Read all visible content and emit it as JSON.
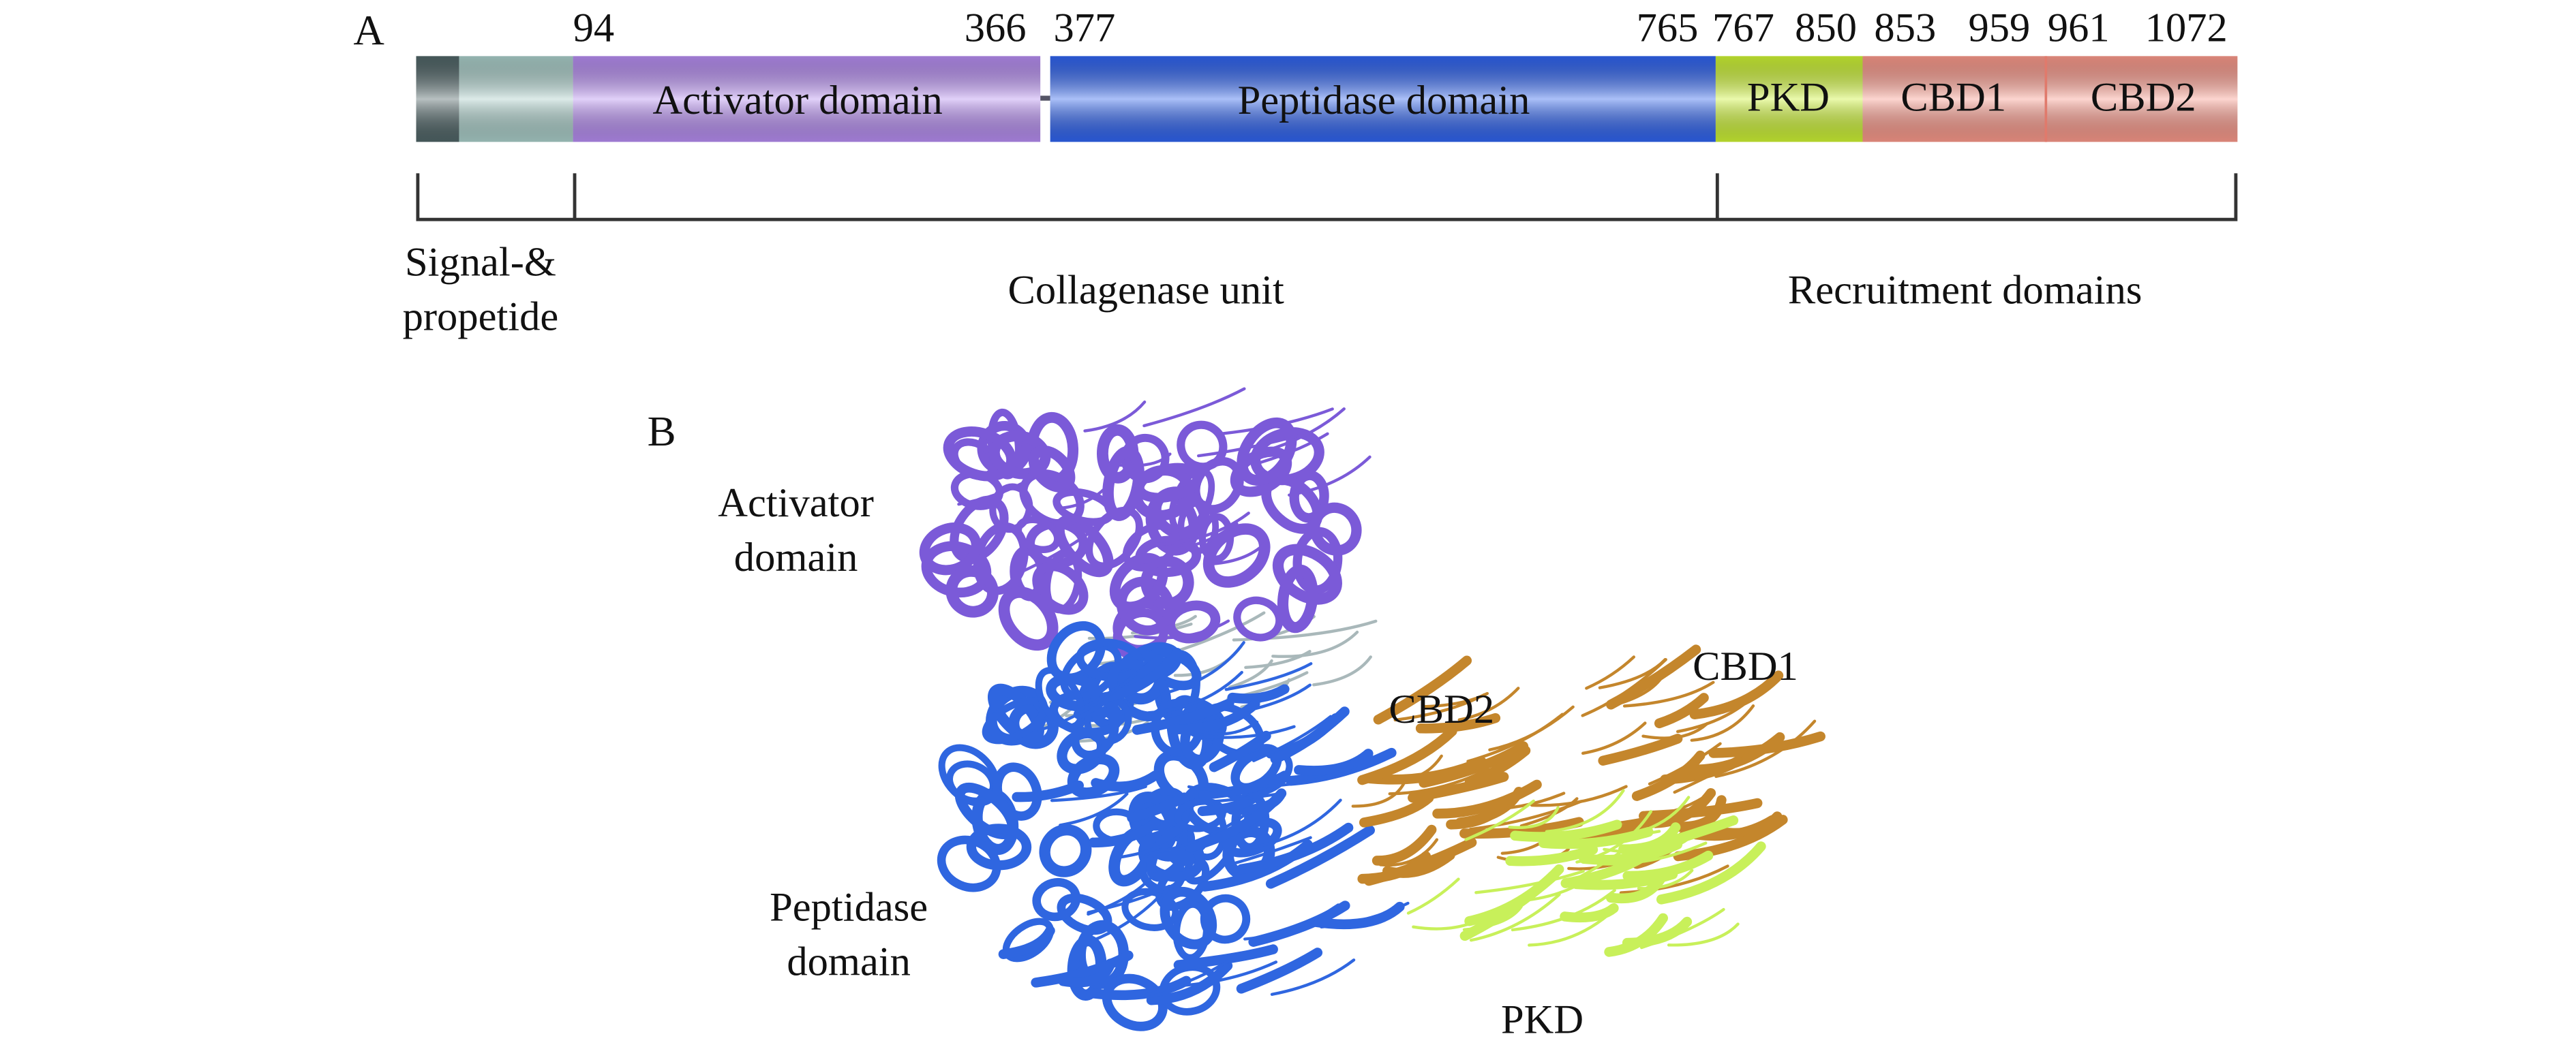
{
  "panel_a": {
    "label": "A",
    "positions": [
      "94",
      "366",
      "377",
      "765",
      "767",
      "850",
      "853",
      "959",
      "961",
      "1072"
    ],
    "domains": {
      "activator": "Activator domain",
      "peptidase": "Peptidase domain",
      "pkd": "PKD",
      "cbd1": "CBD1",
      "cbd2": "CBD2"
    },
    "groups": {
      "signal_line1": "Signal-&",
      "signal_line2": "propetide",
      "collagenase": "Collagenase unit",
      "recruitment": "Recruitment domains"
    }
  },
  "panel_b": {
    "label": "B",
    "activator_line1": "Activator",
    "activator_line2": "domain",
    "peptidase_line1": "Peptidase",
    "peptidase_line2": "domain",
    "cbd2": "CBD2",
    "cbd1": "CBD1",
    "pkd": "PKD"
  },
  "colors": {
    "signal": "#4f6466",
    "propeptide": "#a9cdc8",
    "activator": "#b58cf0",
    "peptidase": "#2f63ee",
    "pkd": "#ccf233",
    "cbd": "#f9988a",
    "structure_activator": "#7b5ad8",
    "structure_peptidase": "#2f66e0",
    "structure_cbd": "#c4862c",
    "structure_pkd": "#c8f05a",
    "structure_linker": "#a9b8ba"
  }
}
